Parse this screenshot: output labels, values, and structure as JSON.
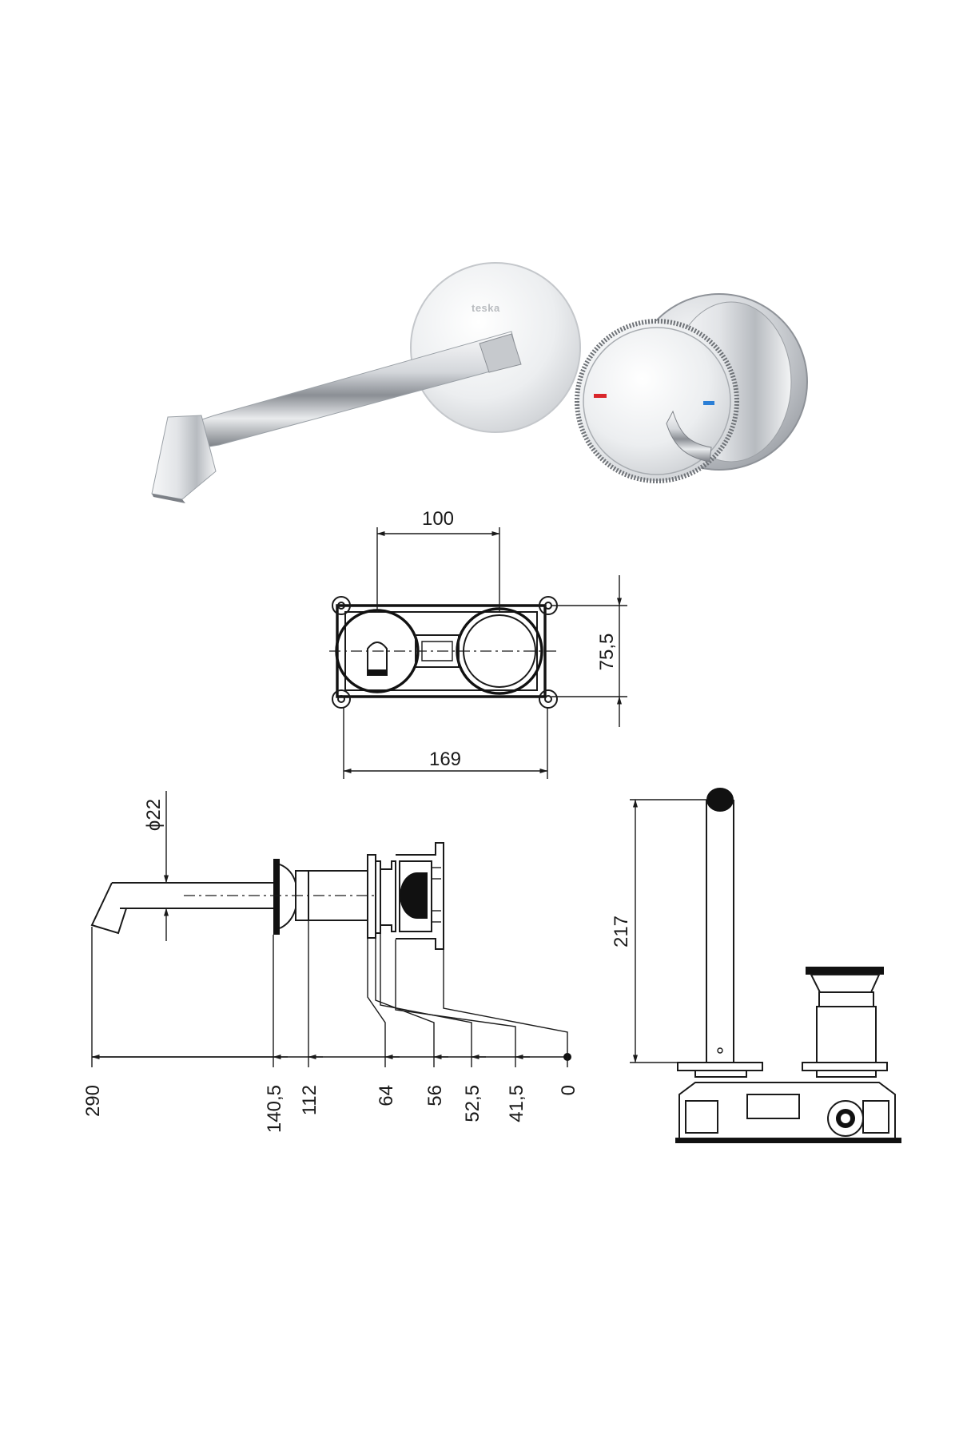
{
  "product": {
    "brand_logo": "teska",
    "hot_indicator_color": "#d9262b",
    "cold_indicator_color": "#2b7fd6"
  },
  "front_view": {
    "dim_center_distance": "100",
    "dim_height": "75,5",
    "dim_total_width": "169"
  },
  "side_view": {
    "dim_spout_diameter": "ϕ22",
    "depth_labels": [
      "290",
      "140,5",
      "112",
      "64",
      "56",
      "52,5",
      "41,5",
      "0"
    ]
  },
  "right_view": {
    "dim_spout_height": "217"
  },
  "colors": {
    "line": "#1a1a1a",
    "chrome_light": "#f4f5f7",
    "chrome_dark": "#6f7378"
  }
}
